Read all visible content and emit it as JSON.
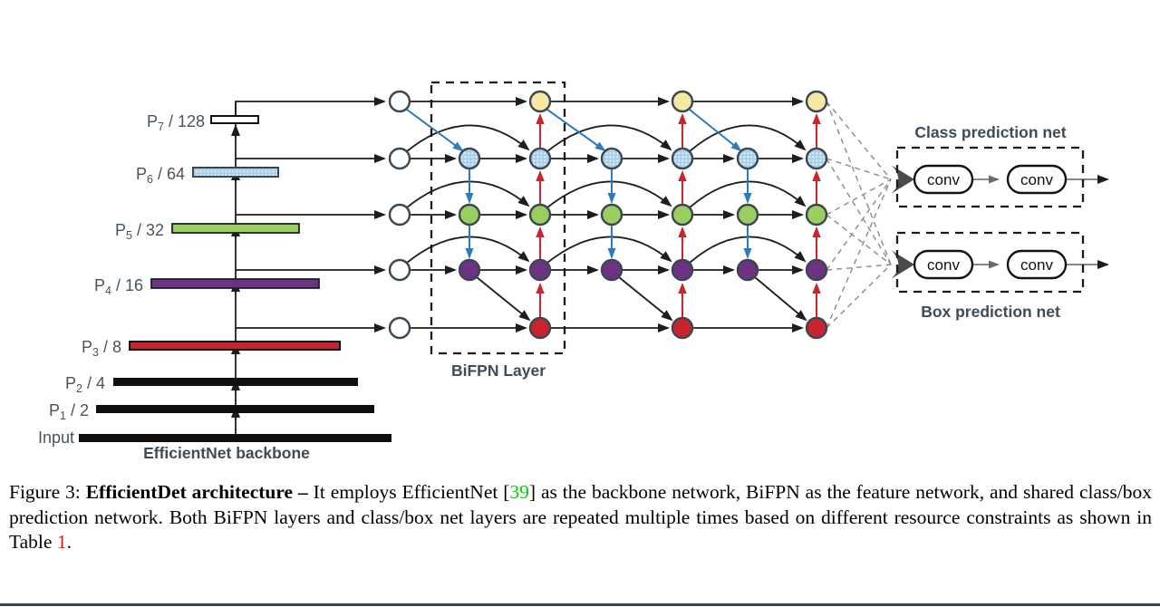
{
  "figure": {
    "backbone": {
      "title": "EfficientNet backbone",
      "input_label": "Input",
      "levels": [
        {
          "base": "P",
          "sub": "7",
          "scale": " / 128"
        },
        {
          "base": "P",
          "sub": "6",
          "scale": " / 64"
        },
        {
          "base": "P",
          "sub": "5",
          "scale": " / 32"
        },
        {
          "base": "P",
          "sub": "4",
          "scale": " / 16"
        },
        {
          "base": "P",
          "sub": "3",
          "scale": " / 8"
        },
        {
          "base": "P",
          "sub": "2",
          "scale": " / 4"
        },
        {
          "base": "P",
          "sub": "1",
          "scale": " / 2"
        }
      ]
    },
    "bifpn": {
      "label": "BiFPN Layer"
    },
    "heads": {
      "class_label": "Class prediction net",
      "box_label": "Box prediction net",
      "conv_label": "conv"
    },
    "colors": {
      "p7_node": "#F6E7A2",
      "p6_node": "#ABD0EA",
      "p5_node": "#9CCD60",
      "p4_node": "#6E3283",
      "p3_node": "#C8232F",
      "white_node": "#FFFFFF",
      "node_outline": "#3A4750",
      "top_down_arrow": "#2B7BC0",
      "bottom_up_arrow": "#C9252C",
      "black_edge": "#1D1D1D",
      "label_text": "#47545F"
    }
  },
  "caption": {
    "segments": [
      {
        "text": "Figure 3: "
      },
      {
        "text": "EfficientDet architecture – "
      },
      {
        "text": "It employs EfficientNet ["
      },
      {
        "text": "39"
      },
      {
        "text": "] as the backbone network, BiFPN as the feature network, and shared class/box prediction network. Both BiFPN layers and class/box net layers are repeated multiple times based on different resource constraints as shown in Table "
      },
      {
        "text": "1"
      },
      {
        "text": "."
      }
    ],
    "ref_green_color": "#00CC00",
    "ref_red_color": "#EE1111"
  }
}
